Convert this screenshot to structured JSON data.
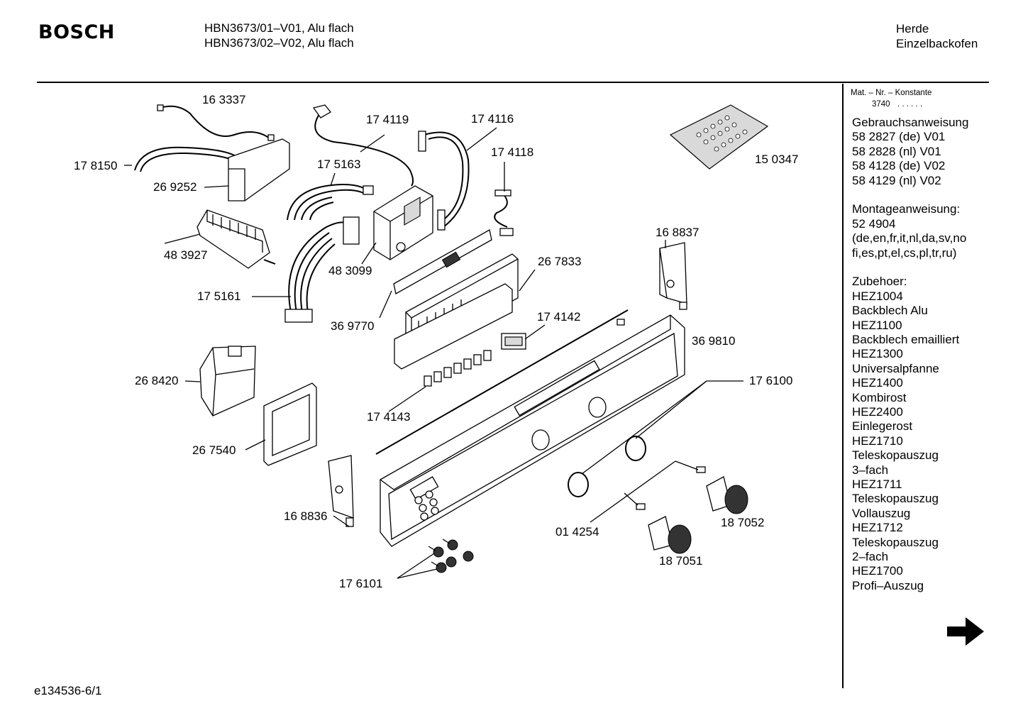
{
  "header": {
    "brand": "BOSCH",
    "models": [
      "HBN3673/01–V01, Alu flach",
      "HBN3673/02–V02, Alu flach"
    ],
    "category": [
      "Herde",
      "Einzelbackofen"
    ]
  },
  "sidebar": {
    "mat_label": "Mat. – Nr. – Konstante",
    "mat_value": "3740",
    "mat_dots": ". . . . . .",
    "lines": [
      "Gebrauchsanweisung",
      "58 2827 (de) V01",
      "58 2828 (nl) V01",
      "58 4128 (de) V02",
      "58 4129 (nl) V02",
      "",
      "Montageanweisung:",
      "52 4904",
      "(de,en,fr,it,nl,da,sv,no",
      "fi,es,pt,el,cs,pl,tr,ru)",
      "",
      "Zubehoer:",
      "HEZ1004",
      "Backblech Alu",
      "HEZ1100",
      "Backblech emailliert",
      "HEZ1300",
      "Universalpfanne",
      "HEZ1400",
      "Kombirost",
      "HEZ2400",
      "Einlegerost",
      "HEZ1710",
      "Teleskopauszug",
      "3–fach",
      "HEZ1711",
      "Teleskopauszug",
      "Vollauszug",
      "HEZ1712",
      "Teleskopauszug",
      "2–fach",
      "HEZ1700",
      "Profi–Auszug"
    ],
    "next_icon": "arrow-right-icon"
  },
  "parts": [
    "16 3337",
    "17 8150",
    "26 9252",
    "17 4119",
    "17 4116",
    "17 4118",
    "17 5163",
    "15 0347",
    "48 3927",
    "48 3099",
    "16 8837",
    "17 5161",
    "26 7833",
    "36 9770",
    "17 4142",
    "36 9810",
    "26 8420",
    "17 6100",
    "17 4143",
    "26 7540",
    "16 8836",
    "01 4254",
    "18 7052",
    "18 7051",
    "17 6101"
  ],
  "footer": {
    "code": "e134536-6/1"
  }
}
